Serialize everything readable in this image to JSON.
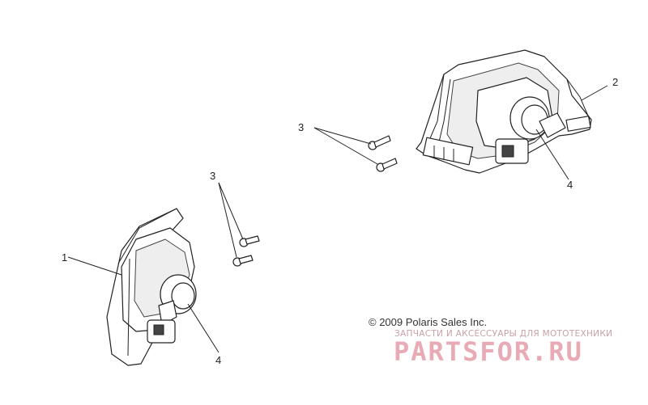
{
  "callouts": {
    "left_housing": "1",
    "right_housing": "2",
    "screws_upper": "3",
    "screws_lower": "3",
    "bulb_left": "4",
    "bulb_right": "4"
  },
  "copyright": "© 2009 Polaris Sales Inc.",
  "watermark": {
    "subtitle": "ЗАПЧАСТИ И АКСЕССУАРЫ ДЛЯ МОТОТЕХНИКИ",
    "brand": "PARTSFOR.RU"
  },
  "colors": {
    "line": "#222222",
    "watermark": "#e8aab4"
  }
}
